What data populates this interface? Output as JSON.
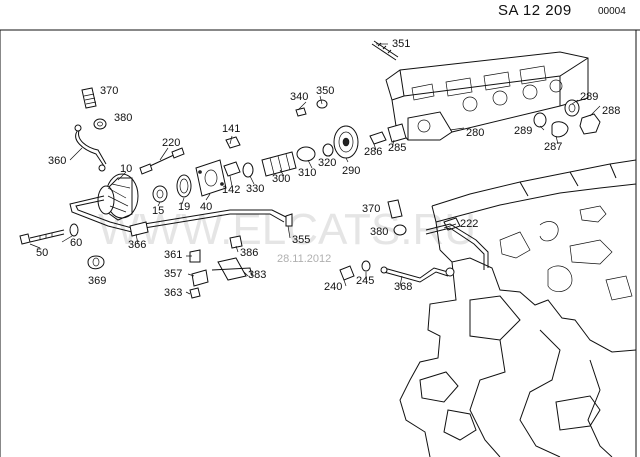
{
  "header": {
    "code": "SA   12 209",
    "sheet": "00004"
  },
  "watermark": {
    "text": "WWW.ELCATS.RU",
    "date": "28.11.2012"
  },
  "callouts": {
    "c351": "351",
    "c370a": "370",
    "c380a": "380",
    "c340": "340",
    "c350": "350",
    "c141": "141",
    "c220": "220",
    "c360": "360",
    "c10": "10",
    "c289a": "289",
    "c288": "288",
    "c280": "280",
    "c289b": "289",
    "c287": "287",
    "c286": "286",
    "c285": "285",
    "c290": "290",
    "c320": "320",
    "c310": "310",
    "c300": "300",
    "c330": "330",
    "c142": "142",
    "c40": "40",
    "c19": "19",
    "c15": "15",
    "c370b": "370",
    "c380b": "380",
    "c222": "222",
    "c50": "50",
    "c60": "60",
    "c366": "366",
    "c355": "355",
    "c386": "386",
    "c361": "361",
    "c357": "357",
    "c383": "383",
    "c363": "363",
    "c369": "369",
    "c240": "240",
    "c245": "245",
    "c368": "368"
  }
}
